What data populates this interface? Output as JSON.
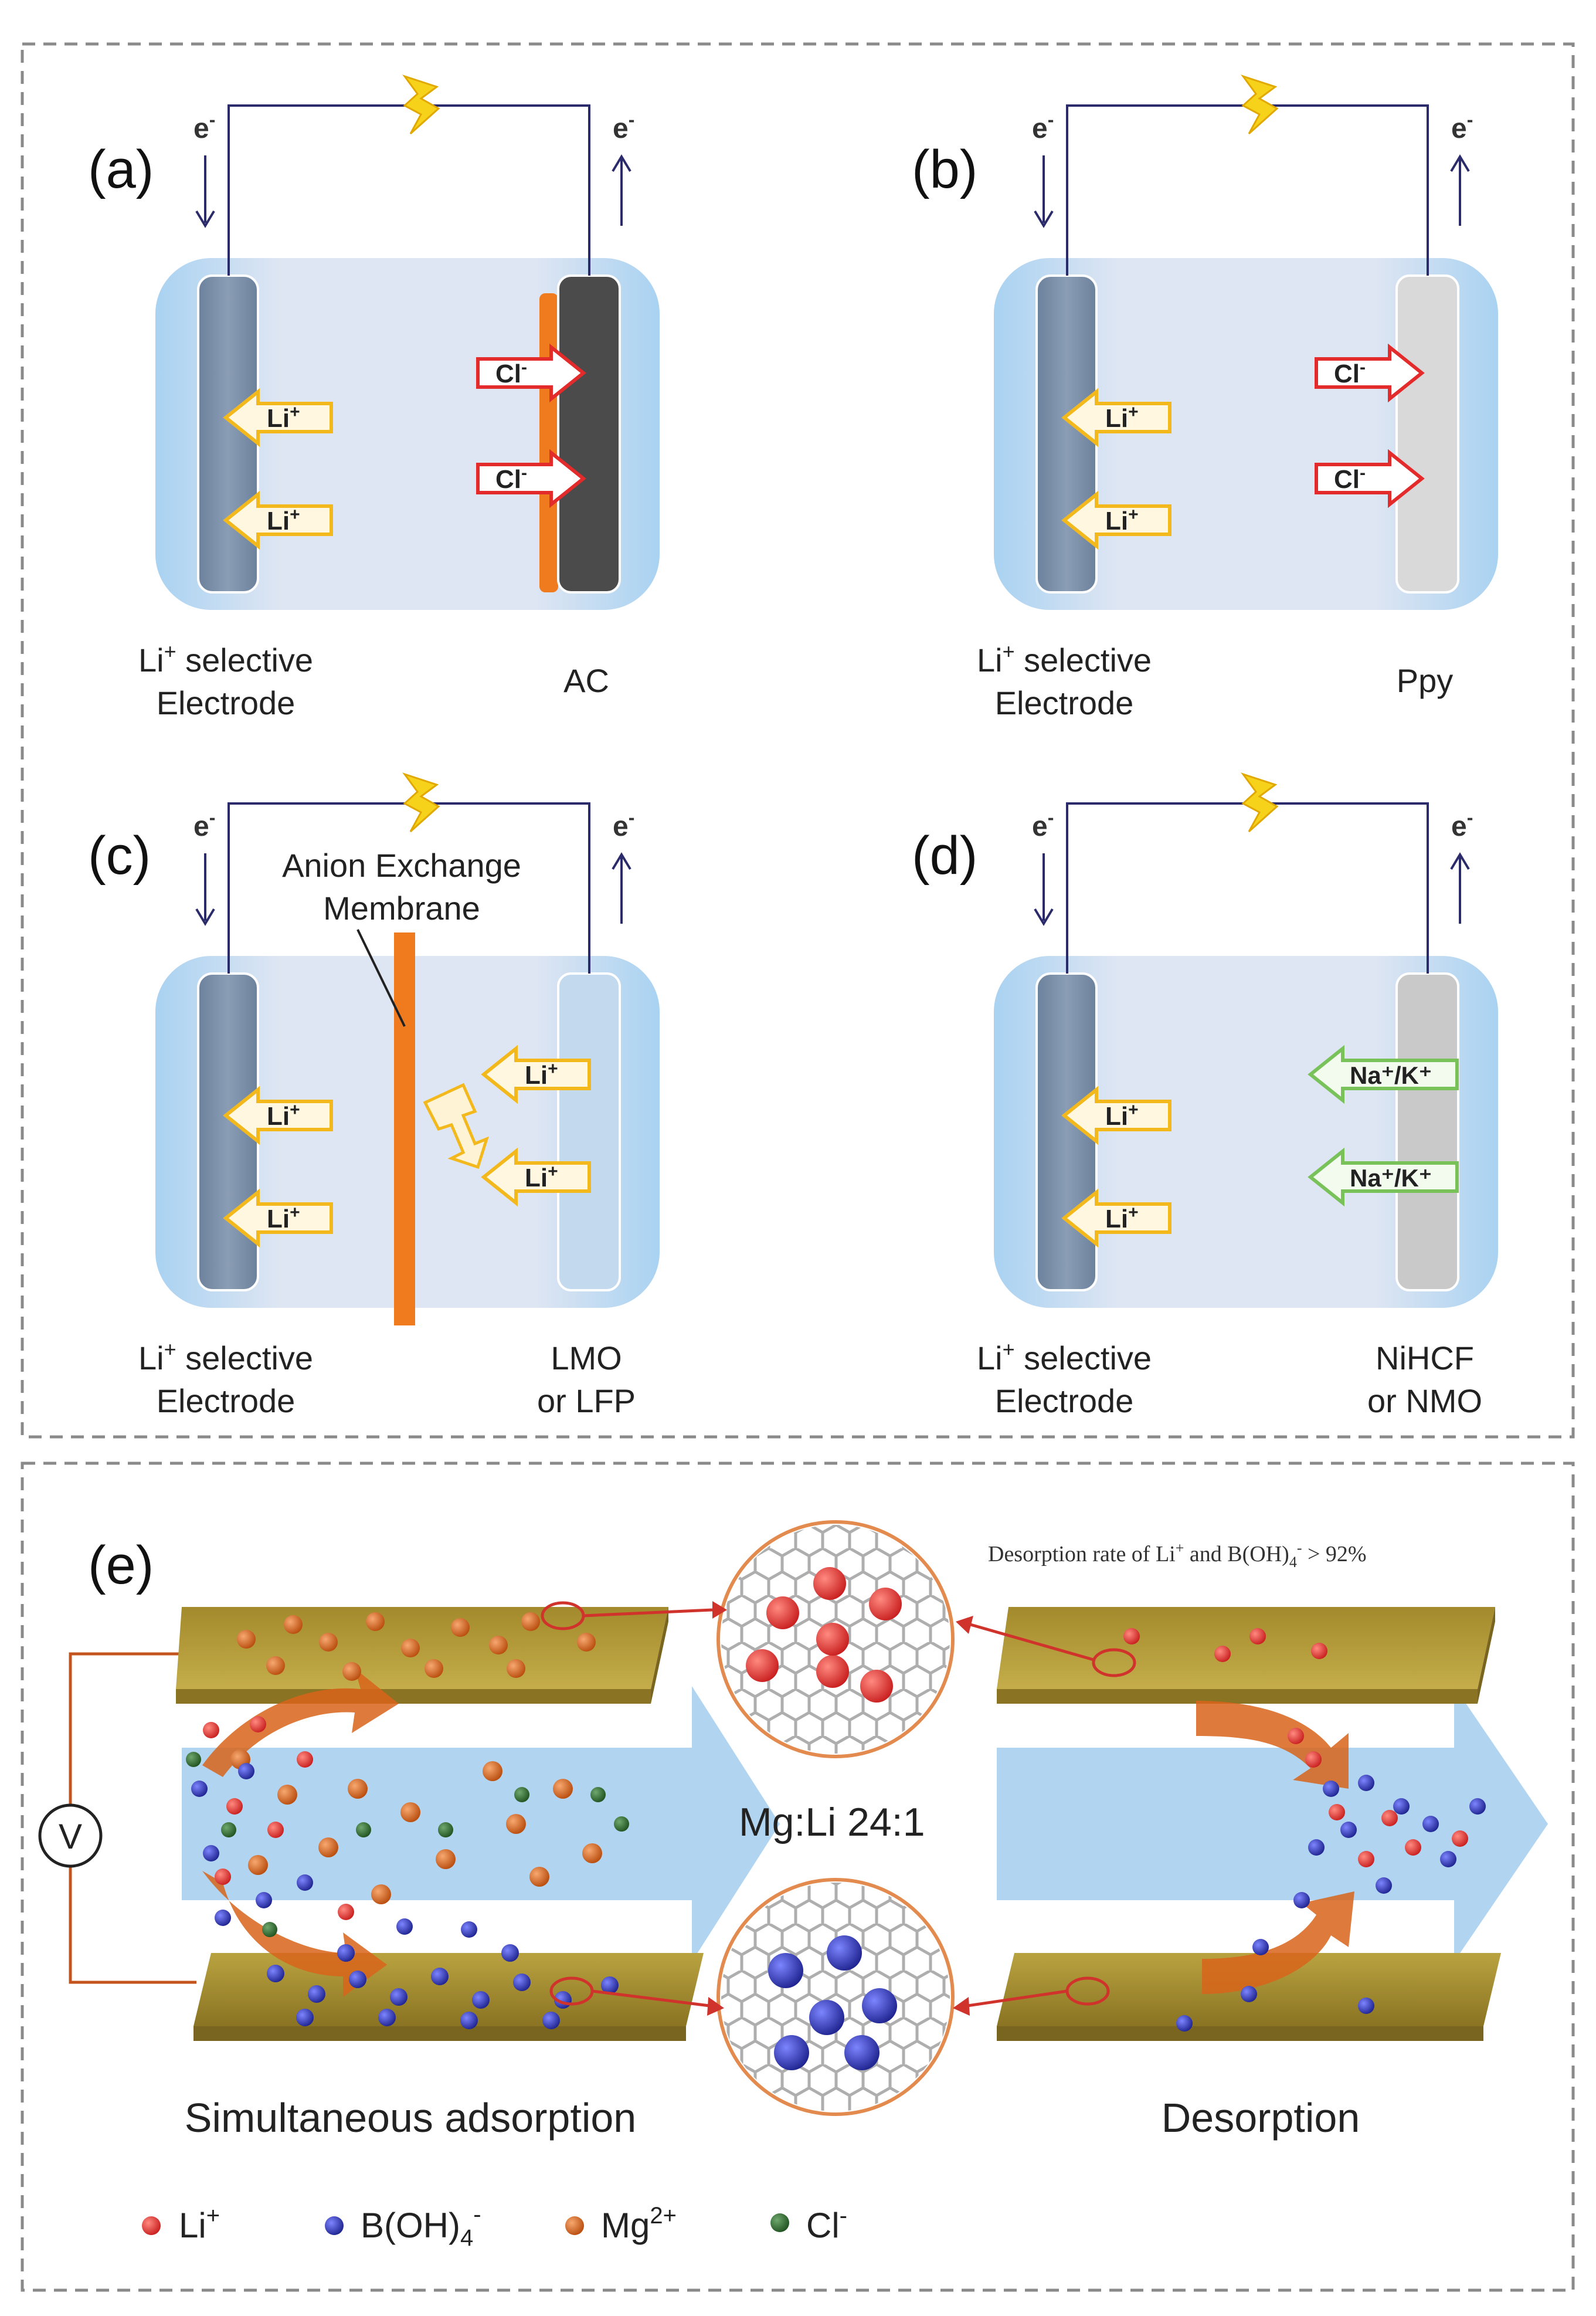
{
  "colors": {
    "border": "#8a8a8a",
    "wire": "#2b2b6b",
    "cell_fill": "#b8dcf4",
    "li_arrow": "#f2b81c",
    "cl_arrow": "#e32b2b",
    "na_k_arrow": "#79c25a",
    "membrane": "#f07a1e",
    "li_ion": "#e02a2a",
    "boh4_ion": "#2e34b0",
    "mg_ion": "#d8641a",
    "cl_ion": "#2c6e2c",
    "plate": "#b39a33",
    "flow": "#a8d0f0"
  },
  "common": {
    "electron_left": "e",
    "electron_right": "e",
    "electron_sup": "-",
    "li_ion_label": "Li",
    "li_ion_sup": "+",
    "left_electrode_line1_main": "Li",
    "left_electrode_line1_sup": "+",
    "left_electrode_line1_rest": " selective",
    "left_electrode_line2": "Electrode"
  },
  "panels": {
    "a": {
      "tag": "(a)",
      "right_electrode": "AC",
      "anion_main": "Cl",
      "anion_sup": "-"
    },
    "b": {
      "tag": "(b)",
      "right_electrode": "Ppy",
      "anion_main": "Cl",
      "anion_sup": "-"
    },
    "c": {
      "tag": "(c)",
      "membrane_line1": "Anion Exchange",
      "membrane_line2": "Membrane",
      "right_line1": "LMO",
      "right_line2": "or LFP"
    },
    "d": {
      "tag": "(d)",
      "cation_text": "Na⁺/K⁺",
      "right_line1": "NiHCF",
      "right_line2": "or NMO"
    },
    "e": {
      "tag": "(e)",
      "desorption_rate_pre": "Desorption rate of Li",
      "desorption_rate_sup1": "+",
      "desorption_rate_mid": " and B(OH)",
      "desorption_rate_sub": "4",
      "desorption_rate_sup2": "-",
      "desorption_rate_post": " > 92%",
      "ratio": "Mg:Li 24:1",
      "voltmeter": "V",
      "left_caption": "Simultaneous adsorption",
      "right_caption": "Desorption",
      "legend": {
        "li_main": "Li",
        "li_sup": "+",
        "boh4_main": "B(OH)",
        "boh4_sub": "4",
        "boh4_sup": "-",
        "mg_main": "Mg",
        "mg_sup": "2+",
        "cl_main": "Cl",
        "cl_sup": "-"
      }
    }
  }
}
